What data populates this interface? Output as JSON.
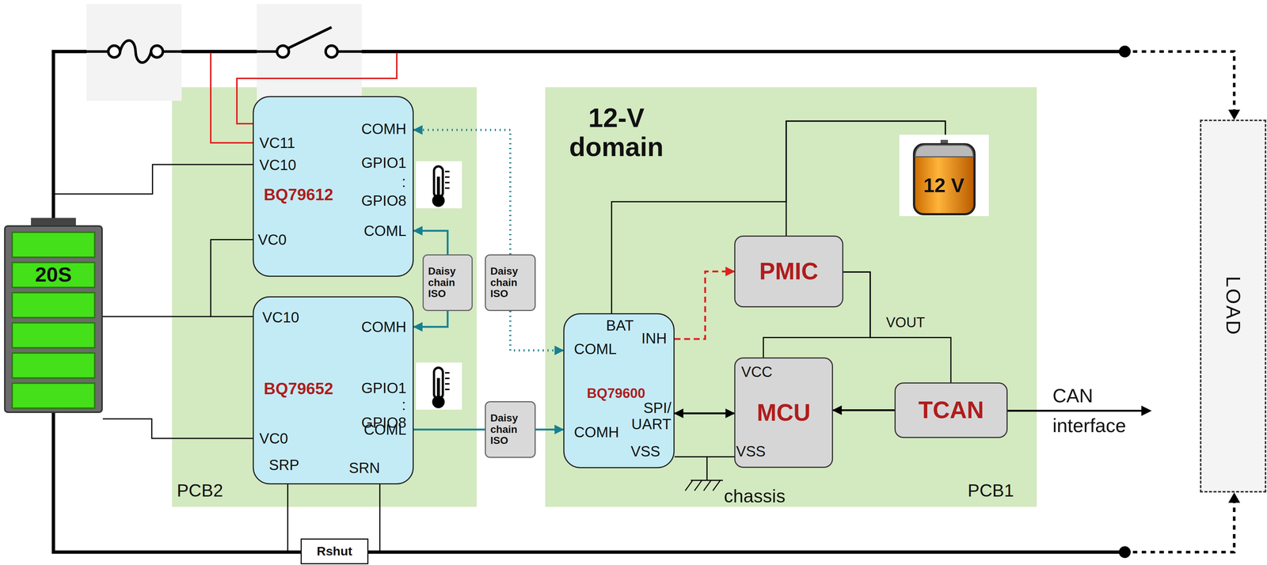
{
  "diagram": {
    "nodes": [
      {
        "text": [
          "PCB2"
        ]
      },
      {
        "text": [
          "BQ79612"
        ],
        "in": 0
      },
      {
        "text": [
          "BQ79652"
        ],
        "in": 0
      },
      {
        "text": [
          "12-V domain",
          "PCB1"
        ]
      },
      {
        "text": [
          "BQ79600"
        ],
        "in": 3
      },
      {
        "text": [
          "PMIC"
        ],
        "in": 3
      },
      {
        "text": [
          "MCU"
        ],
        "in": 3
      },
      {
        "text": [
          "TCAN"
        ],
        "in": 3
      },
      {
        "text": [
          "Daisy chain ISO"
        ],
        "in": 0
      },
      {
        "text": [
          "Daisy chain ISO"
        ]
      },
      {
        "text": [
          "Daisy chain ISO"
        ]
      },
      {
        "text": [
          "12 V"
        ],
        "in": 3
      },
      {
        "text": [
          "20S"
        ]
      },
      {
        "text": [
          "LOAD"
        ]
      },
      {
        "text": [
          "Rshut"
        ]
      }
    ],
    "edges": [
      {
        "from": 8,
        "to": 1,
        "arrow": "to"
      },
      {
        "from": 8,
        "to": 2,
        "arrow": "to"
      },
      {
        "from": 9,
        "to": 1,
        "arrow": "to"
      },
      {
        "from": 9,
        "to": 4,
        "arrow": "to"
      },
      {
        "from": 2,
        "to": 10,
        "arrow": "none"
      },
      {
        "from": 10,
        "to": 4,
        "arrow": "to"
      },
      {
        "from": 4,
        "to": 5,
        "arrow": "to"
      },
      {
        "from": 4,
        "to": 6,
        "arrow": "both"
      },
      {
        "from": 7,
        "to": 6,
        "arrow": "to"
      },
      {
        "from": 11,
        "to": 5,
        "arrow": "none"
      },
      {
        "from": 11,
        "to": 4,
        "arrow": "none"
      },
      {
        "from": 5,
        "to": 6,
        "arrow": "none"
      },
      {
        "from": 5,
        "to": 7,
        "arrow": "none"
      },
      {
        "from": 4,
        "to": 6,
        "arrow": "none"
      }
    ],
    "labels": [
      "VC11",
      "VC10",
      "VC0",
      "COMH",
      "GPIO1",
      ":",
      "GPIO8",
      "COML",
      "VC10",
      "COMH",
      "GPIO1",
      ":",
      "GPIO8",
      "COML",
      "VC0",
      "SRP",
      "SRN",
      "BAT",
      "INH",
      "COML",
      "SPI/ UART",
      "COMH",
      "VSS",
      "VCC",
      "VSS",
      "VOUT",
      "chassis",
      "CAN interface"
    ]
  }
}
